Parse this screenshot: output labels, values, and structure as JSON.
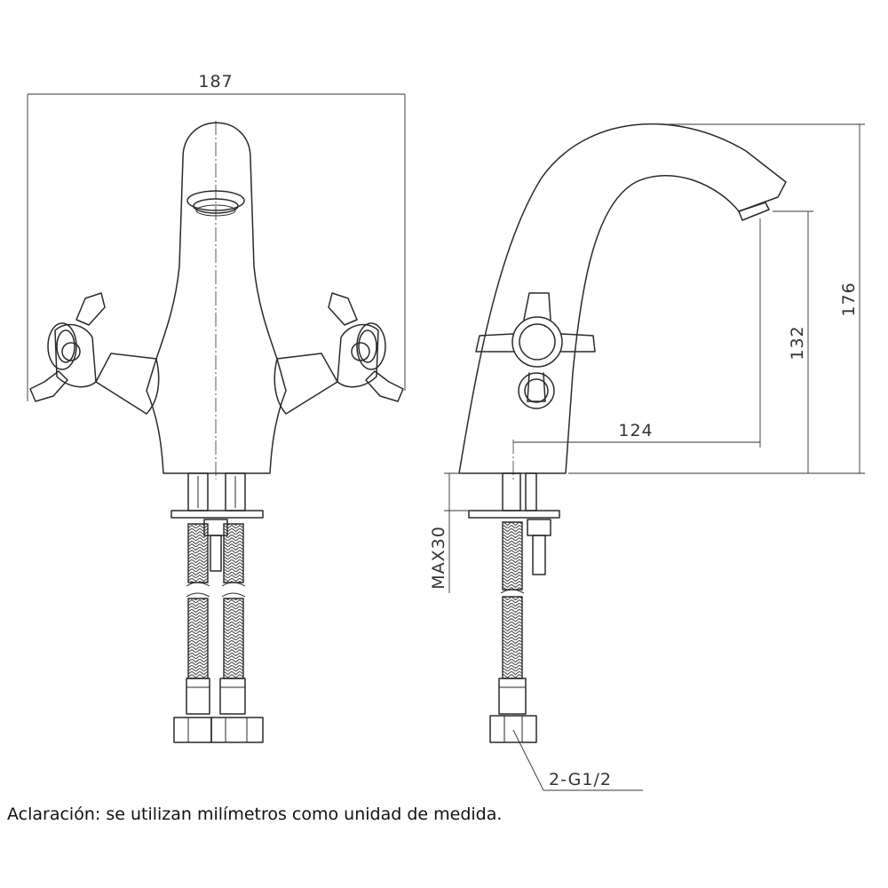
{
  "dimensions": {
    "overall_width": "187",
    "overall_height": "176",
    "spout_height": "132",
    "spout_reach": "124",
    "max_thickness": "MAX30",
    "connection": "2-G1/2"
  },
  "caption": "Aclaración: se utilizan milímetros como unidad de medida."
}
